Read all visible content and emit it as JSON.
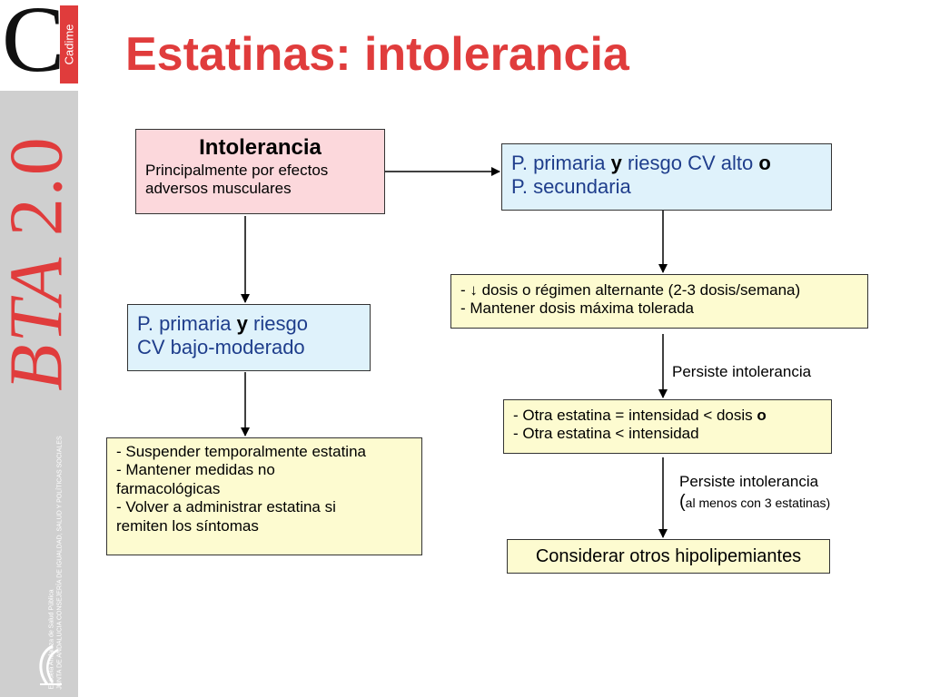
{
  "branding": {
    "logo_letter": "C",
    "logo_tab": "Cadime",
    "side_title_main": "BTA",
    "side_title_version": "2.0",
    "side_subtitle_line1": "Escuela Andaluza de Salud Pública",
    "side_subtitle_line2": "JUNTA DE ANDALUCIA  CONSEJERÍA DE IGUALDAD, SALUD Y POLÍTICAS SOCIALES"
  },
  "title": "Estatinas: intolerancia",
  "nodes": {
    "intolerancia": {
      "heading": "Intolerancia",
      "line1": "Principalmente por efectos",
      "line2": "adversos musculares"
    },
    "primaria_alto": {
      "part1": "P. primaria",
      "part2": "y",
      "part3": "riesgo CV alto",
      "part4": "o",
      "line2": "P. secundaria"
    },
    "primaria_bajo": {
      "part1": "P. primaria",
      "part2": "y",
      "part3": "riesgo",
      "line2": "CV bajo-moderado"
    },
    "dosis": {
      "line1": "- ↓ dosis o régimen alternante (2-3 dosis/semana)",
      "line2": "- Mantener dosis máxima tolerada"
    },
    "otra": {
      "line1a": "- Otra estatina = intensidad < dosis",
      "line1b": "o",
      "line2": "- Otra estatina < intensidad"
    },
    "suspender": {
      "line1": "- Suspender temporalmente estatina",
      "line2": "- Mantener medidas no",
      "line3": "farmacológicas",
      "line4": "- Volver a administrar estatina si",
      "line5": "remiten los síntomas"
    },
    "considerar": {
      "text": "Considerar otros hipolipemiantes"
    }
  },
  "edges": {
    "persiste_1": "Persiste intolerancia",
    "persiste_2_line1": "Persiste intolerancia",
    "persiste_2_paren": "(",
    "persiste_2_line2": "al menos con 3 estatinas)"
  },
  "colors": {
    "accent": "#e03c3c",
    "pink_box": "#fcd8dc",
    "blue_box": "#dff2fb",
    "yellow_box": "#fdfbd0",
    "blue_text": "#1f3e8c"
  }
}
